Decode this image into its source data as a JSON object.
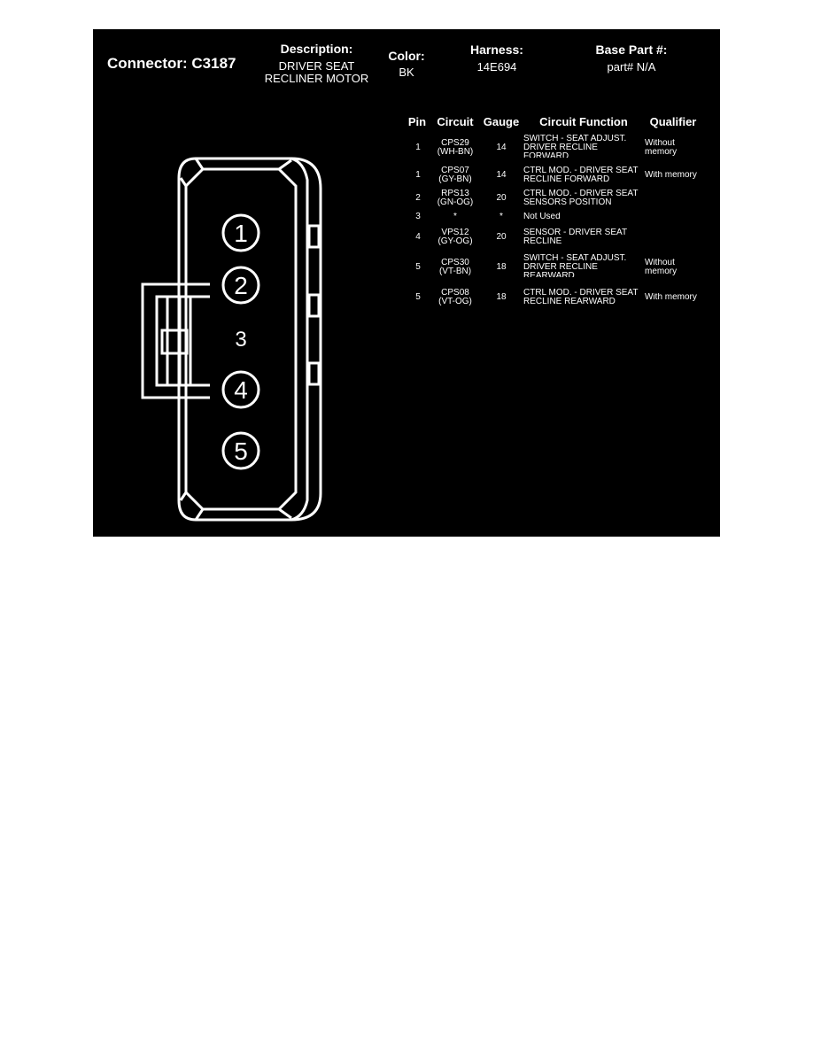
{
  "header": {
    "connector": "Connector: C3187",
    "description_label": "Description:",
    "description_value": [
      "DRIVER SEAT",
      "RECLINER MOTOR"
    ],
    "color_label": "Color:",
    "color_value": "BK",
    "harness_label": "Harness:",
    "harness_value": "14E694",
    "base_part_label": "Base Part #:",
    "base_part_value": "part# N/A"
  },
  "table": {
    "columns": [
      "Pin",
      "Circuit",
      "Gauge",
      "Circuit Function",
      "Qualifier"
    ],
    "rows": [
      {
        "pin": "1",
        "circuit": [
          "CPS29",
          "(WH-BN)"
        ],
        "gauge": "14",
        "function": [
          "SWITCH - SEAT ADJUST.",
          "DRIVER RECLINE",
          "FORWARD"
        ],
        "qualifier": [
          "Without",
          "memory"
        ]
      },
      {
        "pin": "1",
        "circuit": [
          "CPS07",
          "(GY-BN)"
        ],
        "gauge": "14",
        "function": [
          "CTRL MOD. - DRIVER SEAT",
          "RECLINE FORWARD"
        ],
        "qualifier": [
          "With memory"
        ]
      },
      {
        "pin": "2",
        "circuit": [
          "RPS13",
          "(GN-OG)"
        ],
        "gauge": "20",
        "function": [
          "CTRL MOD. - DRIVER SEAT",
          "SENSORS POSITION"
        ],
        "qualifier": []
      },
      {
        "pin": "3",
        "circuit": [
          "*"
        ],
        "gauge": "*",
        "function": [
          "Not Used"
        ],
        "qualifier": []
      },
      {
        "pin": "4",
        "circuit": [
          "VPS12",
          "(GY-OG)"
        ],
        "gauge": "20",
        "function": [
          "SENSOR - DRIVER SEAT",
          "RECLINE"
        ],
        "qualifier": []
      },
      {
        "pin": "5",
        "circuit": [
          "CPS30",
          "(VT-BN)"
        ],
        "gauge": "18",
        "function": [
          "SWITCH - SEAT ADJUST.",
          "DRIVER RECLINE",
          "REARWARD"
        ],
        "qualifier": [
          "Without",
          "memory"
        ]
      },
      {
        "pin": "5",
        "circuit": [
          "CPS08",
          "(VT-OG)"
        ],
        "gauge": "18",
        "function": [
          "CTRL MOD. - DRIVER SEAT",
          "RECLINE REARWARD"
        ],
        "qualifier": [
          "With memory"
        ]
      }
    ]
  },
  "pins": [
    "1",
    "2",
    "3",
    "4",
    "5"
  ]
}
